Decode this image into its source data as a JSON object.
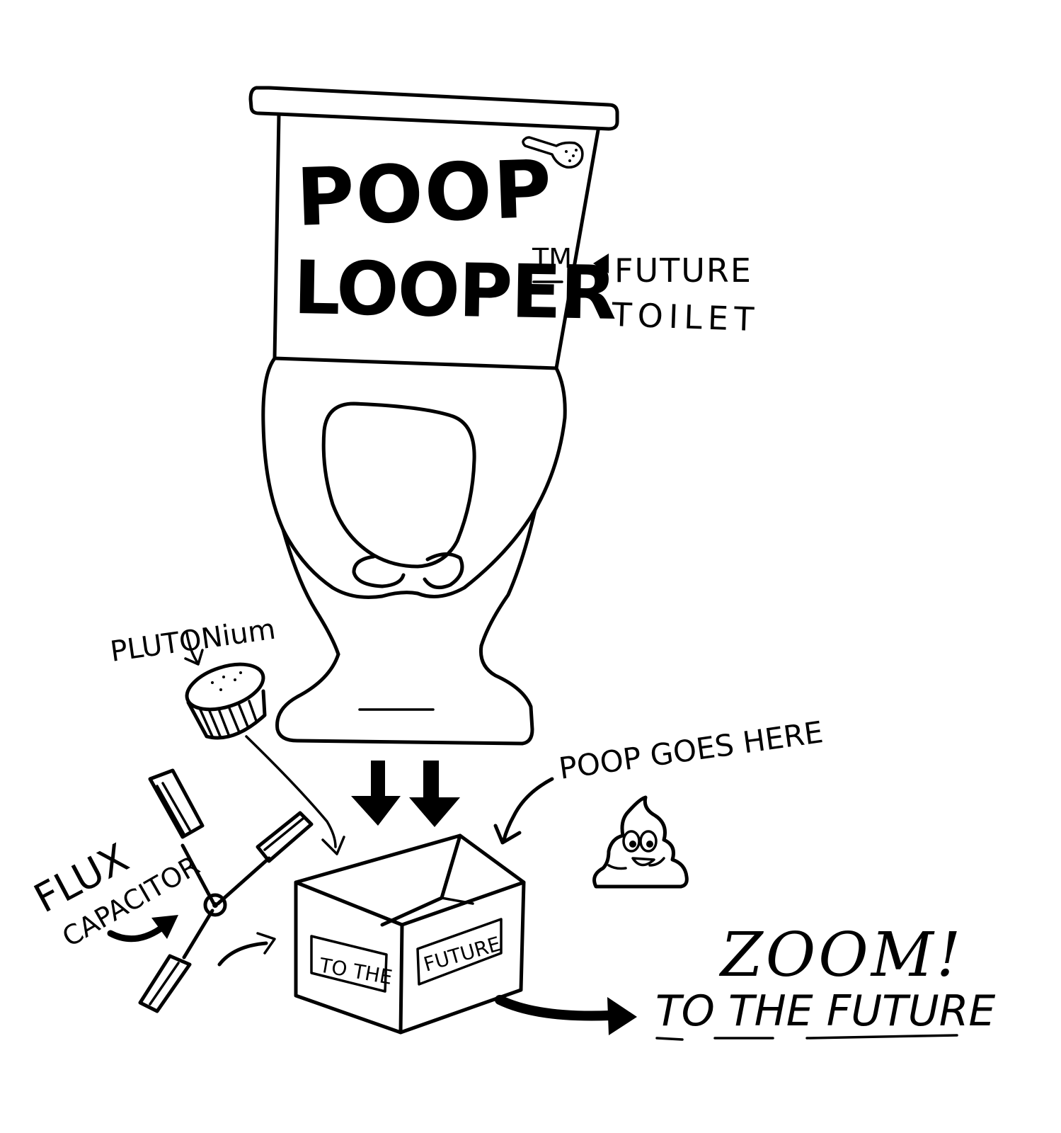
{
  "toilet": {
    "brand_line1": "POOP",
    "brand_line2": "LOOPER",
    "trademark": "TM"
  },
  "labels": {
    "future_toilet_line1": "FUTURE",
    "future_toilet_line2": "TOILET",
    "plutonium": "PLUTONium",
    "flux_line1": "FLUX",
    "flux_line2": "CAPACITOR",
    "poop_goes_here": "POOP GOES HERE",
    "box_left": "TO THE",
    "box_right": "FUTURE",
    "zoom": "ZOOM!",
    "to_the_future": "TO THE FUTURE"
  },
  "colors": {
    "ink": "#000000",
    "paper": "#ffffff"
  },
  "icons": {
    "poop": "poop-emoji-icon",
    "plutonium": "plutonium-canister-icon",
    "flux": "flux-capacitor-icon"
  }
}
